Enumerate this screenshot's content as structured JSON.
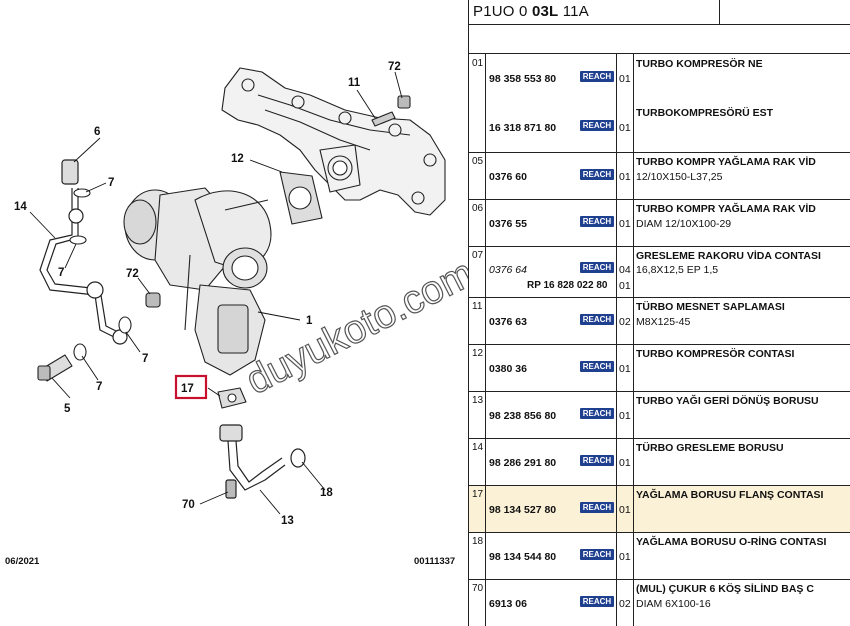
{
  "header": {
    "ref_a": "P1UO 0 ",
    "ref_b": "03L",
    "ref_c": " 11A"
  },
  "diagram": {
    "date": "06/2021",
    "code": "00111337",
    "watermark": "duyukoto.com",
    "callouts": [
      "72",
      "11",
      "6",
      "12",
      "7",
      "14",
      "7",
      "72",
      "1",
      "7",
      "17",
      "5",
      "7",
      "18",
      "70",
      "13"
    ]
  },
  "reach_label": "REACH",
  "rows": [
    {
      "item": "01",
      "entries": [
        {
          "part": "98 358 553 80",
          "qty": "01",
          "desc": "TURBO KOMPRESÖR NE"
        },
        {
          "part": "16 318 871 80",
          "qty": "01",
          "desc": "TURBOKOMPRESÖRÜ EST"
        }
      ]
    },
    {
      "item": "05",
      "part": "0376 60",
      "qty": "01",
      "desc": "TURBO KOMPR YAĞLAMA RAK VİD",
      "sub": "12/10X150-L37,25"
    },
    {
      "item": "06",
      "part": "0376 55",
      "qty": "01",
      "desc": "TURBO KOMPR YAĞLAMA RAK VİD",
      "sub": "DIAM 12/10X100-29"
    },
    {
      "item": "07",
      "part": "0376 64",
      "qty": "04",
      "desc": "GRESLEME RAKORU VİDA CONTASI",
      "sub": "16,8X12,5 EP 1,5",
      "part2": "RP 16 828 022 80",
      "qty2": "01"
    },
    {
      "item": "11",
      "part": "0376 63",
      "qty": "02",
      "desc": "TÜRBO MESNET SAPLAMASI",
      "sub": "M8X125-45"
    },
    {
      "item": "12",
      "part": "0380 36",
      "qty": "01",
      "desc": "TURBO KOMPRESÖR CONTASI"
    },
    {
      "item": "13",
      "part": "98 238 856 80",
      "qty": "01",
      "desc": "TURBO YAĞI GERİ DÖNÜŞ BORUSU"
    },
    {
      "item": "14",
      "part": "98 286 291 80",
      "qty": "01",
      "desc": "TÜRBO GRESLEME BORUSU"
    },
    {
      "item": "17",
      "part": "98 134 527 80",
      "qty": "01",
      "desc": "YAĞLAMA BORUSU FLANŞ CONTASI",
      "selected": true
    },
    {
      "item": "18",
      "part": "98 134 544 80",
      "qty": "01",
      "desc": "YAĞLAMA BORUSU O-RİNG CONTASI"
    },
    {
      "item": "70",
      "part": "6913 06",
      "qty": "02",
      "desc": "(MUL) ÇUKUR 6 KÖŞ SİLİND BAŞ C",
      "sub": "DIAM 6X100-16"
    }
  ]
}
